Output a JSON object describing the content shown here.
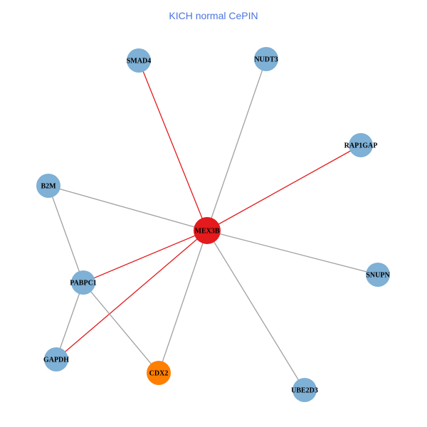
{
  "title": "KICH normal CePIN",
  "colors": {
    "title": "#4a74e0",
    "default_node": "#7fb0d5",
    "hub_node": "#e41a1c",
    "highlight_node": "#ff7f00",
    "edge_default": "#a0a0a0",
    "edge_highlight": "#e41a1c"
  },
  "nodes": [
    {
      "id": "SMAD4",
      "label": "SMAD4",
      "type": "default"
    },
    {
      "id": "NUDT3",
      "label": "NUDT3",
      "type": "default"
    },
    {
      "id": "RAP1GAP",
      "label": "RAP1GAP",
      "type": "default"
    },
    {
      "id": "B2M",
      "label": "B2M",
      "type": "default"
    },
    {
      "id": "MEX3B",
      "label": "MEX3B",
      "type": "hub"
    },
    {
      "id": "PABPC1",
      "label": "PABPC1",
      "type": "default"
    },
    {
      "id": "SNUPN",
      "label": "SNUPN",
      "type": "default"
    },
    {
      "id": "GAPDH",
      "label": "GAPDH",
      "type": "default"
    },
    {
      "id": "CDX2",
      "label": "CDX2",
      "type": "highlight"
    },
    {
      "id": "UBE2D3",
      "label": "UBE2D3",
      "type": "default"
    }
  ],
  "edges": [
    {
      "source": "MEX3B",
      "target": "SMAD4",
      "type": "highlight"
    },
    {
      "source": "MEX3B",
      "target": "NUDT3",
      "type": "default"
    },
    {
      "source": "MEX3B",
      "target": "RAP1GAP",
      "type": "highlight"
    },
    {
      "source": "MEX3B",
      "target": "B2M",
      "type": "default"
    },
    {
      "source": "MEX3B",
      "target": "SNUPN",
      "type": "default"
    },
    {
      "source": "MEX3B",
      "target": "UBE2D3",
      "type": "default"
    },
    {
      "source": "MEX3B",
      "target": "PABPC1",
      "type": "highlight"
    },
    {
      "source": "MEX3B",
      "target": "GAPDH",
      "type": "highlight"
    },
    {
      "source": "MEX3B",
      "target": "CDX2",
      "type": "default"
    },
    {
      "source": "B2M",
      "target": "PABPC1",
      "type": "default"
    },
    {
      "source": "PABPC1",
      "target": "GAPDH",
      "type": "default"
    },
    {
      "source": "PABPC1",
      "target": "CDX2",
      "type": "default"
    }
  ]
}
